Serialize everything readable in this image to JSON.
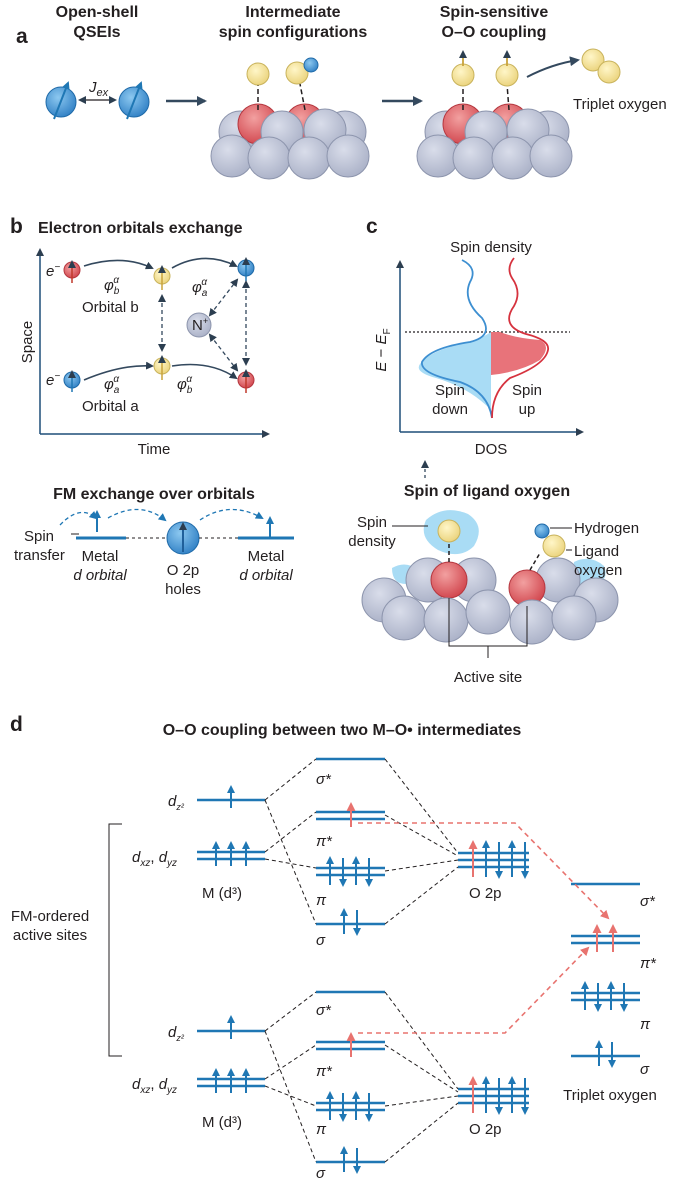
{
  "colors": {
    "level": "#1f77b4",
    "arrow_blue": "#1f77b4",
    "arrow_red": "#e8736f",
    "spin_blue": "#3d8fd1",
    "spin_red": "#e05a5f",
    "oxygen_yellow": "#f5e08a",
    "metal_grey": "#b7bdd1",
    "active_red": "#d94f55",
    "density_blue": "#a9dcf5",
    "density_red": "#e8737a",
    "text": "#231f20"
  },
  "panel_a": {
    "letter": "a",
    "header_1": [
      "Open-shell",
      "QSEIs"
    ],
    "header_2": [
      "Intermediate",
      "spin configurations"
    ],
    "header_3": [
      "Spin-sensitive",
      "O–O coupling"
    ],
    "jex_main": "J",
    "jex_sub": "ex",
    "product_label": "Triplet oxygen"
  },
  "panel_b": {
    "letter": "b",
    "title": "Electron orbitals exchange",
    "y_axis": "Space",
    "x_axis": "Time",
    "electron": "e",
    "electron_sup": "−",
    "orbital_b_label": "Orbital b",
    "orbital_a_label": "Orbital a",
    "phi": "φ",
    "phi_sub_b": "b",
    "phi_sub_a": "a",
    "phi_sup": "α",
    "nitrogen": "N",
    "nitrogen_sup": "+",
    "fm_title": "FM exchange over orbitals",
    "spin_transfer": [
      "Spin",
      "transfer"
    ],
    "metal_label_1": "Metal",
    "metal_label_2": "d orbital",
    "o2p_1": "O 2p",
    "o2p_2": "holes"
  },
  "panel_c": {
    "letter": "c",
    "spin_density": "Spin density",
    "y_axis_e": "E",
    "y_axis_minus": " − ",
    "y_axis_ef": "E",
    "y_axis_ef_sub": "F",
    "spin_down": [
      "Spin",
      "down"
    ],
    "spin_up": [
      "Spin",
      "up"
    ],
    "x_axis": "DOS",
    "ligand_title": "Spin of ligand oxygen",
    "spin_density_2": [
      "Spin",
      "density"
    ],
    "hydrogen": "Hydrogen",
    "ligand_oxygen": [
      "Ligand",
      "oxygen"
    ],
    "active_site": "Active site"
  },
  "panel_d": {
    "letter": "d",
    "title": "O–O coupling between two M–O• intermediates",
    "dz2": "d",
    "dz2_sub": "z²",
    "dxz": "d",
    "dxz_sub": "xz",
    "dyz": "d",
    "dyz_sub": "yz",
    "m_d3": "M (d³)",
    "o2p": "O 2p",
    "sigma_star": "σ*",
    "pi_star": "π*",
    "pi": "π",
    "sigma": "σ",
    "fm_label": [
      "FM-ordered",
      "active sites"
    ],
    "triplet": "Triplet oxygen"
  }
}
